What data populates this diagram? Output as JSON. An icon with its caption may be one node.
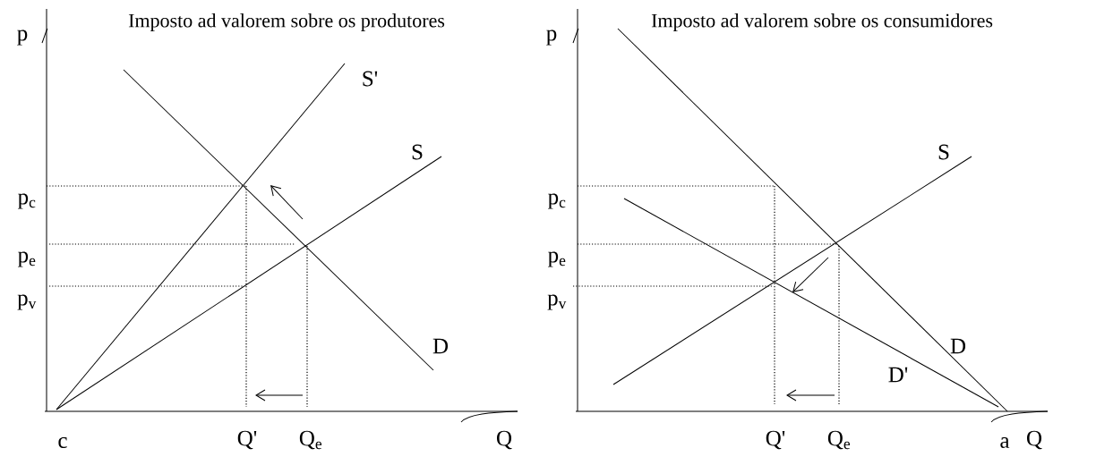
{
  "diagram": {
    "labels": [
      "p",
      "Imposto ad valorem sobre os produtores",
      "p",
      "Imposto ad valorem sobre os consumidores",
      "S'",
      "S",
      "S",
      "p$_{c}$",
      "p$_{c}$",
      "p$_{e}$",
      "p$_{e}$",
      "p$_{v}$",
      "p$_{v}$",
      "D",
      "D",
      "D'",
      "c",
      "Q'",
      "Q$_{e}$",
      "Q",
      "Q'",
      "Q$_{e}$",
      "a",
      "Q"
    ]
  }
}
